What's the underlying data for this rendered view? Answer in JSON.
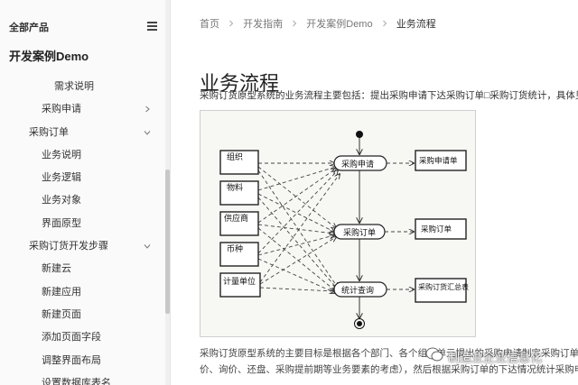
{
  "sidebar": {
    "top_label": "全部产品",
    "title": "开发案例Demo",
    "items": [
      {
        "label": "需求说明",
        "level": 3
      },
      {
        "label": "采购申请",
        "level": 2,
        "chevron": "right"
      },
      {
        "label": "采购订单",
        "level": 1,
        "chevron": "down"
      },
      {
        "label": "业务说明",
        "level": 2
      },
      {
        "label": "业务逻辑",
        "level": 2
      },
      {
        "label": "业务对象",
        "level": 2
      },
      {
        "label": "界面原型",
        "level": 2
      },
      {
        "label": "采购订货开发步骤",
        "level": 1,
        "chevron": "down"
      },
      {
        "label": "新建云",
        "level": 2
      },
      {
        "label": "新建应用",
        "level": 2
      },
      {
        "label": "新建页面",
        "level": 2
      },
      {
        "label": "添加页面字段",
        "level": 2
      },
      {
        "label": "调整界面布局",
        "level": 2
      },
      {
        "label": "设置数据库表名",
        "level": 2
      }
    ]
  },
  "breadcrumb": [
    "首页",
    "开发指南",
    "开发案例Demo",
    "业务流程"
  ],
  "page": {
    "title": "业务流程",
    "intro": "采购订货原型系统的业务流程主要包括：提出采购申请下达采购订单□采购订货统计，具体见下图",
    "para1": "采购订货原型系统的主要目标是根据各个部门、各个组织单元提出的采购申请制定采购订单进行询",
    "para2": "价、询价、还盘、采购提前期等业务要素的考虑），然后根据采购订单的下达情况统计采购申请的"
  },
  "diagram": {
    "left_boxes": [
      "组织",
      "物料",
      "供应商",
      "币种",
      "计量单位"
    ],
    "activities": [
      "采购申请",
      "采购订单",
      "统计查询"
    ],
    "right_boxes": [
      "采购申请单",
      "采购订单",
      "采购订货汇总表"
    ]
  },
  "watermark": {
    "text": "制造业企业信息化"
  },
  "colors": {
    "sidebar_bg": "#fafafa",
    "diagram_bg": "#f7f7f4",
    "box_fill": "#ffffff",
    "node_dark": "#111111"
  },
  "icons": {
    "menu": "hamburger-icon",
    "chevron_right": "chevron-right-icon",
    "chevron_down": "chevron-down-icon"
  }
}
